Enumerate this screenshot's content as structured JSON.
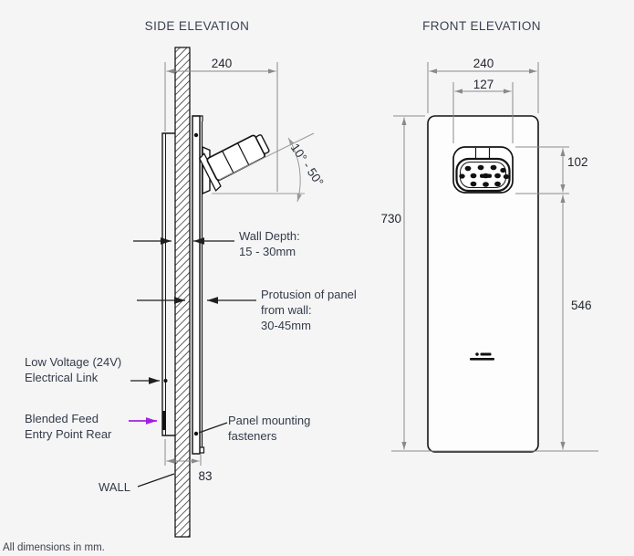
{
  "page": {
    "background": "#f5f5f6",
    "footnote": "All dimensions in mm."
  },
  "side_elevation": {
    "title": "SIDE ELEVATION",
    "dimensions": {
      "overall_width": "240",
      "rear_offset": "83",
      "head_angle_range": "10° - 50°"
    },
    "annotations": {
      "wall_depth": "Wall Depth:\n15 - 30mm",
      "protrusion": "Protusion of panel\nfrom wall:\n30-45mm",
      "low_voltage": "Low Voltage (24V)\nElectrical Link",
      "blended_feed": "Blended Feed\nEntry Point Rear",
      "fasteners": "Panel mounting\nfasteners",
      "wall": "WALL"
    },
    "colors": {
      "blended_feed_arrow": "#a21fe3",
      "leader_arrow": "#1f1f1f",
      "dimension_line": "#8a8a8a"
    }
  },
  "front_elevation": {
    "title": "FRONT ELEVATION",
    "dimensions": {
      "panel_width": "240",
      "head_width": "127",
      "panel_height": "730",
      "head_height": "102",
      "head_to_base": "546"
    }
  }
}
